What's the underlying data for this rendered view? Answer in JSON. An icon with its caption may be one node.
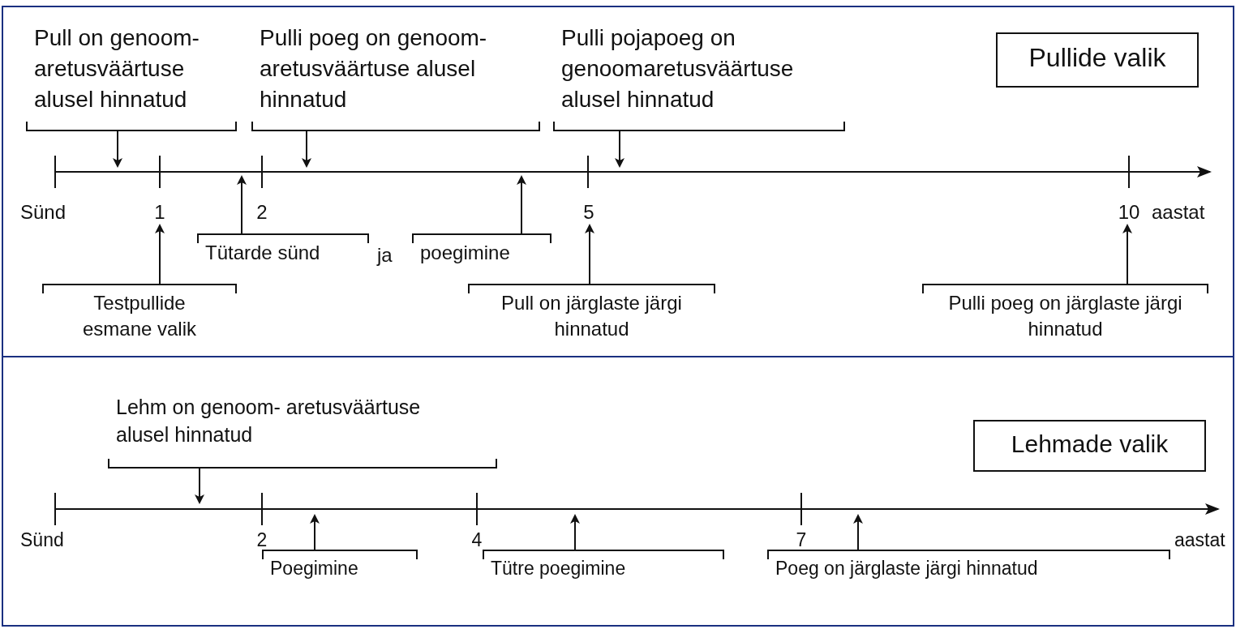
{
  "diagram": {
    "nodes": [
      {
        "text": [
          "Pull on genoom- aretusväärtuse alusel hinnatud"
        ]
      },
      {
        "text": [
          "Pulli poeg on genoom- aretusväärtuse alusel hinnatud"
        ]
      },
      {
        "text": [
          "Pulli pojapoeg on genoomaretusväärtuse alusel hinnatud"
        ]
      },
      {
        "text": [
          "Pullide valik"
        ]
      },
      {
        "text": [
          "Tütarde sünd"
        ]
      },
      {
        "text": [
          "poegimine"
        ]
      },
      {
        "text": [
          "Testpullide esmane valik"
        ]
      },
      {
        "text": [
          "Pull on järglaste järgi hinnatud"
        ]
      },
      {
        "text": [
          "Pulli poeg on järglaste järgi hinnatud"
        ]
      },
      {
        "text": [
          "Lehm on genoom- aretusväärtuse alusel hinnatud"
        ]
      },
      {
        "text": [
          "Lehmade valik"
        ]
      },
      {
        "text": [
          "Poegimine"
        ]
      },
      {
        "text": [
          "Tütre poegimine"
        ]
      },
      {
        "text": [
          "Poeg on järglaste järgi hinnatud"
        ]
      },
      {
        "text": [
          "1"
        ]
      },
      {
        "text": [
          "5"
        ]
      },
      {
        "text": [
          "10"
        ]
      }
    ],
    "edges": [
      {
        "from": 0,
        "to": null,
        "arrow": "to"
      },
      {
        "from": 1,
        "to": null,
        "arrow": "to"
      },
      {
        "from": 2,
        "to": null,
        "arrow": "to"
      },
      {
        "from": 4,
        "to": null,
        "arrow": "to"
      },
      {
        "from": 5,
        "to": null,
        "arrow": "to"
      },
      {
        "from": 6,
        "to": 14,
        "arrow": "to"
      },
      {
        "from": 7,
        "to": 15,
        "arrow": "to"
      },
      {
        "from": 8,
        "to": 16,
        "arrow": "to"
      },
      {
        "from": 9,
        "to": null,
        "arrow": "to"
      },
      {
        "from": 11,
        "to": null,
        "arrow": "to"
      },
      {
        "from": 12,
        "to": null,
        "arrow": "to"
      },
      {
        "from": 13,
        "to": null,
        "arrow": "to"
      }
    ],
    "labels": [
      "Sünd",
      "2",
      "aastat",
      "ja",
      "Sünd",
      "2",
      "4",
      "7",
      "aastat"
    ]
  }
}
